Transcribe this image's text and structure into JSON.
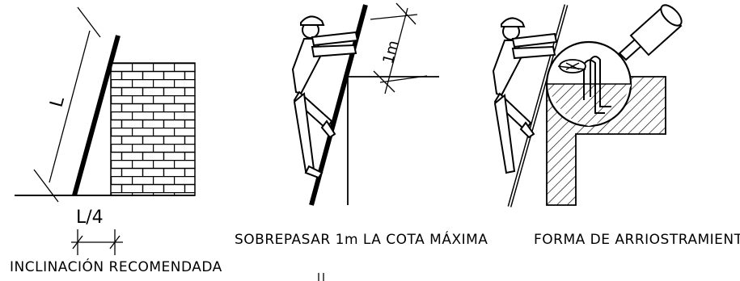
{
  "panels": {
    "inclination": {
      "caption": "INCLINACIÓN RECOMENDADA",
      "length_label": "L",
      "base_label": "L/4"
    },
    "overshoot": {
      "caption": "SOBREPASAR 1m LA COTA MÁXIMA",
      "height_label": "1m"
    },
    "bracing": {
      "caption": "FORMA DE ARRIOSTRAMIENTO"
    }
  }
}
